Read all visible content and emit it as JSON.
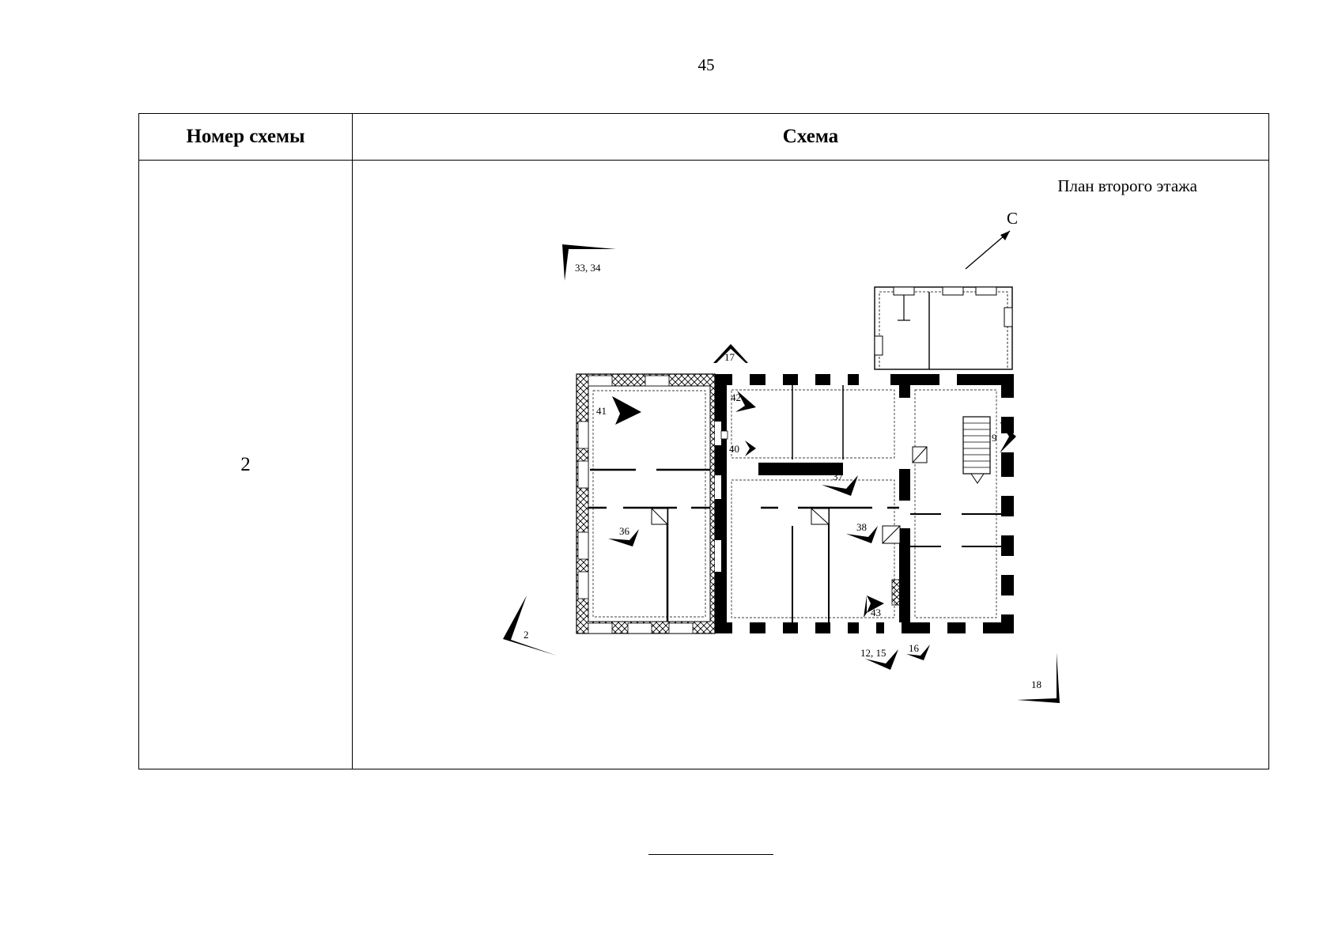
{
  "page_number": "45",
  "table": {
    "headers": {
      "number": "Номер схемы",
      "scheme": "Схема"
    },
    "rows": [
      {
        "number": "2"
      }
    ]
  },
  "plan": {
    "caption": "План второго этажа",
    "north_label": "С",
    "view_points": [
      "33, 34",
      "17",
      "41",
      "42",
      "40",
      "37",
      "36",
      "38",
      "43",
      "12, 15",
      "16",
      "2",
      "9",
      "18"
    ]
  }
}
